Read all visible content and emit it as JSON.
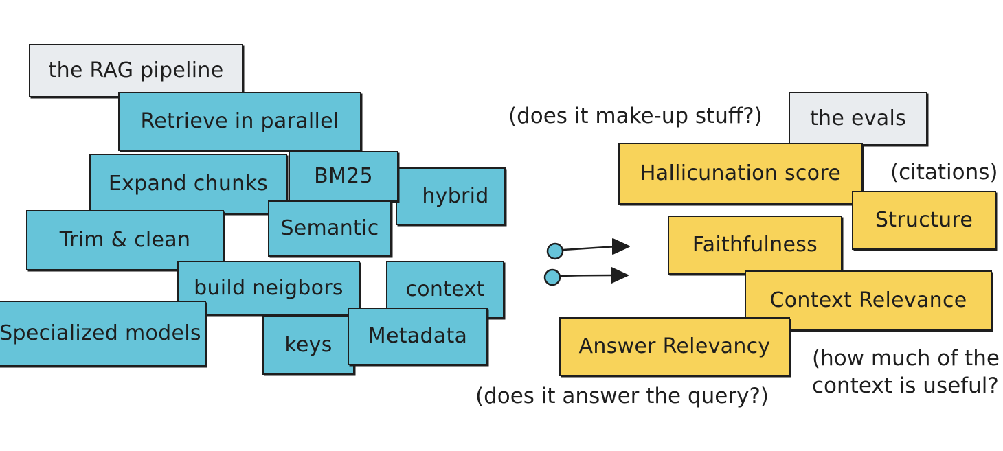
{
  "colors": {
    "gray": "#e9ecef",
    "blue": "#66c4d9",
    "yellow": "#f8d35a",
    "ink": "#1e1e1e",
    "connector": "#66c4d9"
  },
  "pipeline": {
    "title": "the RAG pipeline",
    "retrieve": "Retrieve in parallel",
    "expand": "Expand chunks",
    "bm25": "BM25",
    "hybrid": "hybrid",
    "semantic": "Semantic",
    "trim": "Trim & clean",
    "neighbors": "build neigbors",
    "context": "context",
    "specialized": "Specialized models",
    "keys": "keys",
    "metadata": "Metadata"
  },
  "evals": {
    "title": "the evals",
    "hallucination": "Hallicunation score",
    "structure": "Structure",
    "faithfulness": "Faithfulness",
    "context_relevance": "Context Relevance",
    "answer_relevancy": "Answer Relevancy"
  },
  "notes": {
    "makeup": "(does it make-up stuff?)",
    "citations": "(citations)",
    "context_useful_line1": "(how much of the",
    "context_useful_line2": "context is useful?",
    "answer_query": "(does it answer the query?)"
  }
}
